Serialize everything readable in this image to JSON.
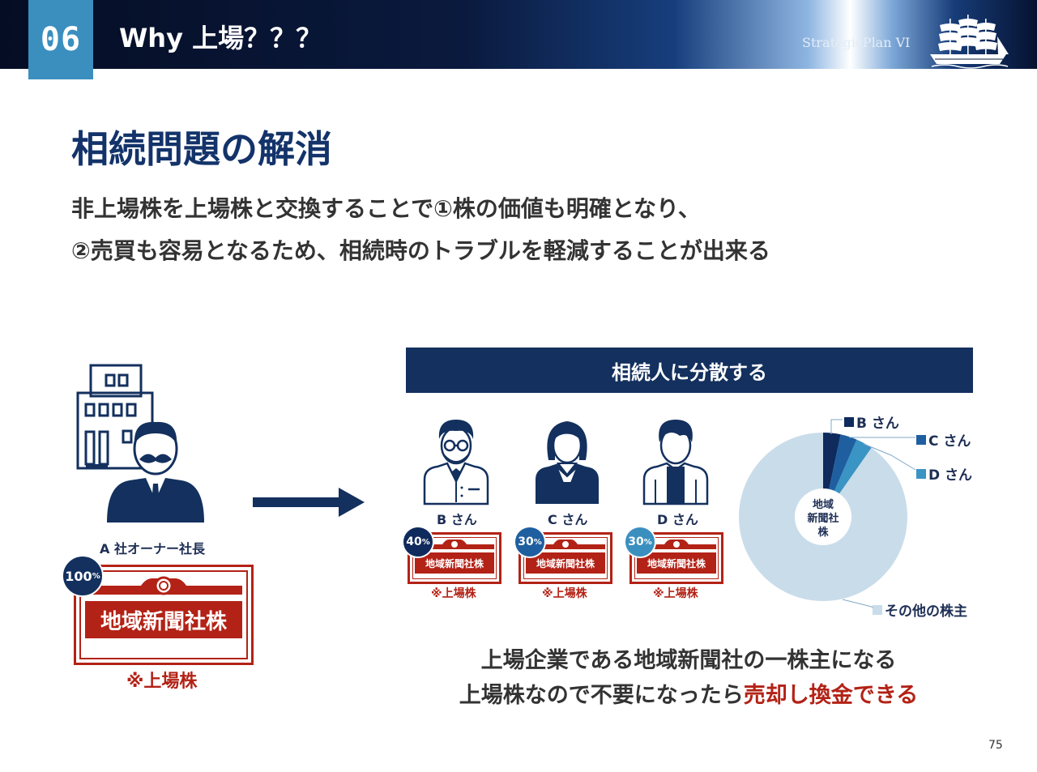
{
  "header": {
    "section_number": "06",
    "title": "Why 上場？？？",
    "plan": "StrategicPlan VI"
  },
  "main": {
    "title": "相続問題の解消",
    "subtitle_line1": "非上場株を上場株と交換することで①株の価値も明確となり、",
    "subtitle_line2": "②売買も容易となるため、相続時のトラブルを軽減することが出来る"
  },
  "left": {
    "owner_label": "A 社オーナー社長",
    "percent": "100",
    "percent_unit": "%",
    "stock_name": "地域新聞社株",
    "stock_note": "※上場株"
  },
  "banner": "相続人に分散する",
  "heirs": [
    {
      "name": "B さん",
      "percent": "40",
      "unit": "%",
      "stock": "地域新聞社株",
      "note": "※上場株"
    },
    {
      "name": "C さん",
      "percent": "30",
      "unit": "%",
      "stock": "地域新聞社株",
      "note": "※上場株"
    },
    {
      "name": "D さん",
      "percent": "30",
      "unit": "%",
      "stock": "地域新聞社株",
      "note": "※上場株"
    }
  ],
  "pie": {
    "center_line1": "地域",
    "center_line2": "新聞社",
    "center_line3": "株",
    "legend": [
      {
        "label": "B さん",
        "color": "#0f2a5c"
      },
      {
        "label": "C さん",
        "color": "#1f5fa0"
      },
      {
        "label": "D さん",
        "color": "#3a94c4"
      },
      {
        "label": "その他の株主",
        "color": "#c9dcea"
      }
    ]
  },
  "bottom": {
    "line1": "上場企業である地域新聞社の一株主になる",
    "line2_prefix": "上場株なので不要になったら",
    "line2_accent": "売却し換金できる"
  },
  "page_number": "75",
  "colors": {
    "navy": "#13305e",
    "accent_red": "#b32216",
    "section_blue": "#3a8fbf"
  }
}
